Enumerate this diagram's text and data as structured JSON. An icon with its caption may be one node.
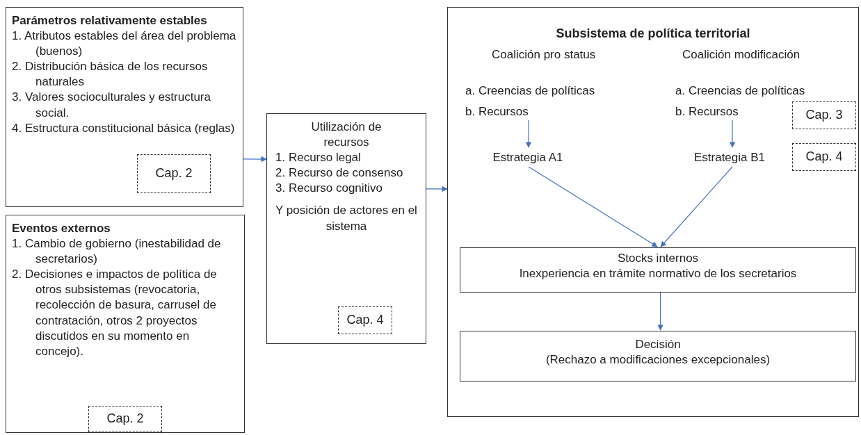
{
  "diagram": {
    "nodes": [
      {
        "text": [
          "Parámetros relativamente estables",
          "1. Atributos estables del área del problema (buenos)",
          "2. Distribución básica de los recursos naturales",
          "3. Valores socioculturales y estructura social.",
          "4. Estructura constitucional básica (reglas)"
        ]
      },
      {
        "text": [
          "Cap. 2"
        ],
        "in": 0
      },
      {
        "text": [
          "Eventos externos",
          "1. Cambio de gobierno (inestabilidad de secretarios)",
          "2. Decisiones e impactos de política de otros subsistemas (revocatoria, recolección de basura, carrusel de contratación, otros 2 proyectos discutidos en su momento en concejo)."
        ]
      },
      {
        "text": [
          "Cap. 2"
        ],
        "in": 2
      },
      {
        "text": [
          "Utilización de recursos",
          "1. Recurso legal",
          "2. Recurso de consenso",
          "3. Recurso cognitivo",
          "Y posición de actores en el sistema"
        ]
      },
      {
        "text": [
          "Cap. 4"
        ],
        "in": 4
      },
      {
        "text": [
          "Subsistema de política territorial"
        ]
      },
      {
        "text": [
          "b. Recursos"
        ],
        "in": 6
      },
      {
        "text": [
          "b. Recursos"
        ],
        "in": 6
      },
      {
        "text": [
          "Estrategia A1"
        ],
        "in": 6
      },
      {
        "text": [
          "Estrategia B1"
        ],
        "in": 6
      },
      {
        "text": [
          "Cap. 3"
        ],
        "in": 6
      },
      {
        "text": [
          "Cap. 4"
        ],
        "in": 6
      },
      {
        "text": [
          "Stocks internos",
          "Inexperiencia en trámite normativo de los secretarios"
        ],
        "in": 6
      },
      {
        "text": [
          "Decisión",
          "(Rechazo a modificaciones excepcionales)"
        ],
        "in": 6
      }
    ],
    "edges": [
      {
        "from": 0,
        "to": 4,
        "arrow": "to"
      },
      {
        "from": 4,
        "to": 6,
        "arrow": "to"
      },
      {
        "from": 7,
        "to": 9,
        "arrow": "to"
      },
      {
        "from": 8,
        "to": 10,
        "arrow": "to"
      },
      {
        "from": 9,
        "to": 13,
        "arrow": "to"
      },
      {
        "from": 10,
        "to": 13,
        "arrow": "to"
      },
      {
        "from": 13,
        "to": 14,
        "arrow": "to"
      }
    ],
    "labels": [
      "Coalición pro status",
      "Coalición modificación",
      "a. Creencias de políticas",
      "a. Creencias de políticas"
    ]
  }
}
